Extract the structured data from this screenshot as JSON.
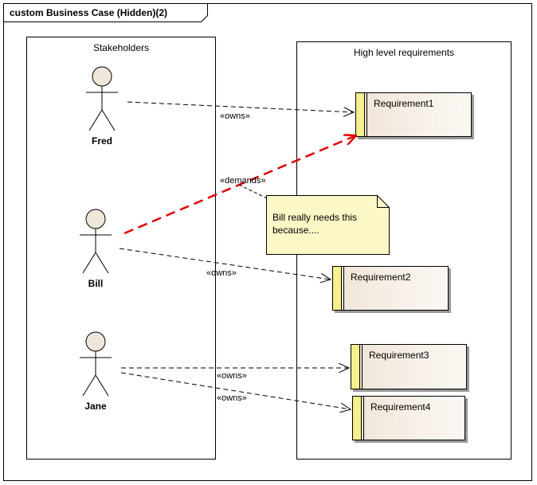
{
  "diagram": {
    "title": "custom Business Case (Hidden)(2)",
    "boundaries": {
      "stakeholders": "Stakeholders",
      "requirements": "High level requirements"
    },
    "actors": [
      {
        "name": "Fred"
      },
      {
        "name": "Bill"
      },
      {
        "name": "Jane"
      }
    ],
    "requirements": [
      {
        "name": "Requirement1"
      },
      {
        "name": "Requirement2"
      },
      {
        "name": "Requirement3"
      },
      {
        "name": "Requirement4"
      }
    ],
    "note": {
      "line1": "Bill really needs this",
      "line2": "because...."
    },
    "links": {
      "fred_owns": "«owns»",
      "bill_demands": "«demands»",
      "bill_owns": "«owns»",
      "jane_owns_req3": "«owns»",
      "jane_owns_req4": "«owns»"
    },
    "colors": {
      "demands_link": "#e00000",
      "requirement_bar": "#f7f08c",
      "note_fill": "#fbf7c6",
      "actor_head": "#f0e6da"
    }
  }
}
